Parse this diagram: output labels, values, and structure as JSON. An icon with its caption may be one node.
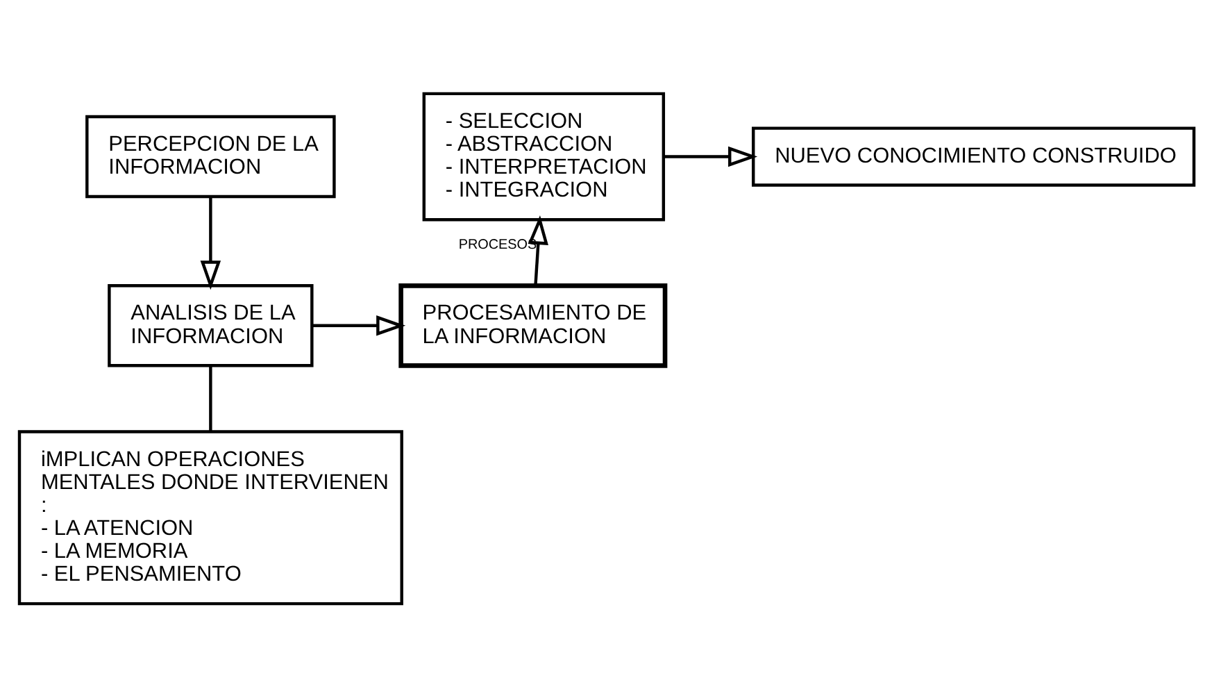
{
  "diagram": {
    "nodes": [
      {
        "text": [
          "PERCEPCION DE LA INFORMACION"
        ]
      },
      {
        "text": [
          "ANALISIS DE LA INFORMACION"
        ]
      },
      {
        "text": [
          "PROCESAMIENTO DE LA INFORMACION"
        ]
      },
      {
        "text": [
          "- SELECCION",
          "- ABSTRACCION",
          "- INTERPRETACION",
          "- INTEGRACION"
        ]
      },
      {
        "text": [
          "NUEVO CONOCIMIENTO CONSTRUIDO"
        ]
      },
      {
        "text": [
          "iMPLICAN OPERACIONES MENTALES DONDE INTERVIENEN :",
          "- LA ATENCION",
          "- LA MEMORIA",
          "- EL PENSAMIENTO"
        ]
      }
    ],
    "edges": [
      {
        "from": 0,
        "to": 1,
        "arrow": "to"
      },
      {
        "from": 1,
        "to": 2,
        "arrow": "to"
      },
      {
        "from": 2,
        "to": 3,
        "arrow": "to",
        "label": "PROCESOS"
      },
      {
        "from": 3,
        "to": 4,
        "arrow": "to"
      },
      {
        "from": 1,
        "to": 5,
        "arrow": "none"
      }
    ]
  }
}
